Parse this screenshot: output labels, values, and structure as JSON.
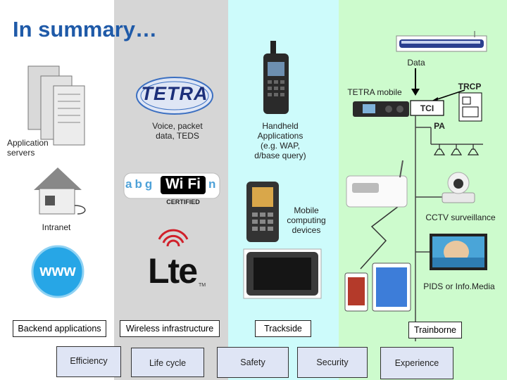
{
  "title": "In summary…",
  "columns": [
    {
      "id": "backend",
      "color": "#ffffff"
    },
    {
      "id": "wireless",
      "color": "#d6d6d6"
    },
    {
      "id": "trackside",
      "color": "#cdfbfb"
    },
    {
      "id": "trainborne",
      "color": "#cdfbcd"
    }
  ],
  "labels": {
    "data": "Data",
    "trcp": "TRCP",
    "tetra_mobile": "TETRA mobile",
    "tci": "TCI",
    "pa": "PA",
    "voice": [
      "Voice, packet",
      "data, TEDS"
    ],
    "handheld": [
      "Handheld",
      "Applications",
      "(e.g. WAP,",
      "d/base query)"
    ],
    "app_servers": [
      "Application",
      "servers"
    ],
    "intranet": "Intranet",
    "mobile_computing": [
      "Mobile",
      "computing",
      "devices"
    ],
    "cctv": "CCTV surveillance",
    "pids": "PIDS or Info.Media"
  },
  "logos": {
    "tetra": "TETRA",
    "wifi_a": "a",
    "wifi_b": "b",
    "wifi_g": "g",
    "wifi": "Wi Fi",
    "wifi_n": "n",
    "certified": "CERTIFIED",
    "lte": "Lte",
    "tm": "TM",
    "www": "www"
  },
  "categories": {
    "backend": "Backend applications",
    "wireless": "Wireless infrastructure",
    "trackside": "Trackside",
    "trainborne": "Trainborne"
  },
  "footer": [
    "Efficiency",
    "Life cycle",
    "Safety",
    "Security",
    "Experience"
  ]
}
